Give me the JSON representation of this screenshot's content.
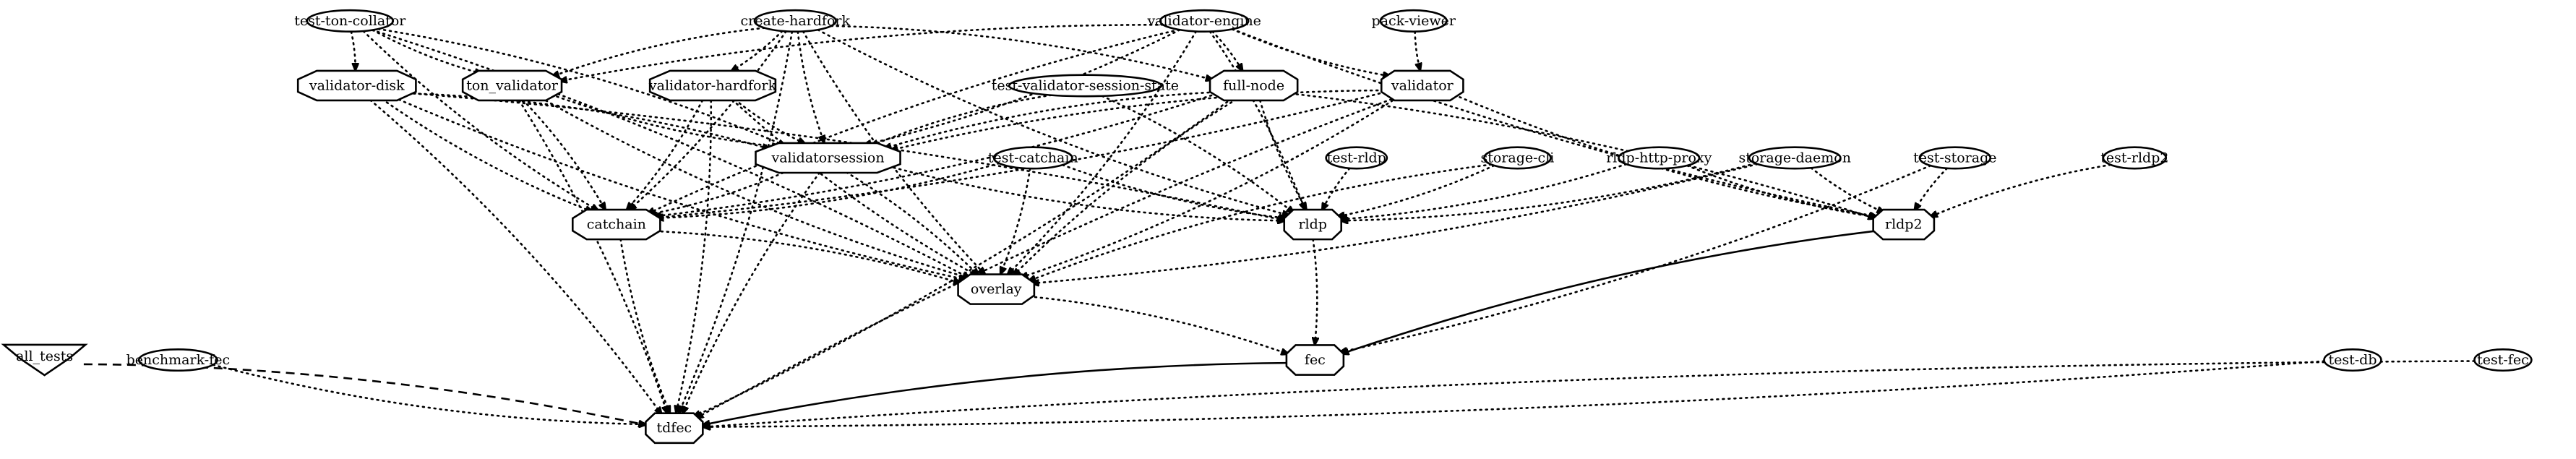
{
  "diagram": {
    "nodes": [
      {
        "id": "test-ton-collator",
        "label": "test-ton-collator",
        "shape": "ellipse"
      },
      {
        "id": "create-hardfork",
        "label": "create-hardfork",
        "shape": "ellipse"
      },
      {
        "id": "validator-engine",
        "label": "validator-engine",
        "shape": "ellipse"
      },
      {
        "id": "pack-viewer",
        "label": "pack-viewer",
        "shape": "ellipse"
      },
      {
        "id": "validator-disk",
        "label": "validator-disk",
        "shape": "octagon"
      },
      {
        "id": "ton_validator",
        "label": "ton_validator",
        "shape": "octagon"
      },
      {
        "id": "validator-hardfork",
        "label": "validator-hardfork",
        "shape": "octagon"
      },
      {
        "id": "test-validator-session-state",
        "label": "test-validator-session-state",
        "shape": "ellipse"
      },
      {
        "id": "full-node",
        "label": "full-node",
        "shape": "octagon"
      },
      {
        "id": "validator",
        "label": "validator",
        "shape": "octagon"
      },
      {
        "id": "validatorsession",
        "label": "validatorsession",
        "shape": "octagon"
      },
      {
        "id": "test-catchain",
        "label": "test-catchain",
        "shape": "ellipse"
      },
      {
        "id": "test-rldp",
        "label": "test-rldp",
        "shape": "ellipse"
      },
      {
        "id": "storage-cli",
        "label": "storage-cli",
        "shape": "ellipse"
      },
      {
        "id": "rldp-http-proxy",
        "label": "rldp-http-proxy",
        "shape": "ellipse"
      },
      {
        "id": "storage-daemon",
        "label": "storage-daemon",
        "shape": "ellipse"
      },
      {
        "id": "test-storage",
        "label": "test-storage",
        "shape": "ellipse"
      },
      {
        "id": "test-rldp2",
        "label": "test-rldp2",
        "shape": "ellipse"
      },
      {
        "id": "catchain",
        "label": "catchain",
        "shape": "octagon"
      },
      {
        "id": "rldp",
        "label": "rldp",
        "shape": "octagon"
      },
      {
        "id": "rldp2",
        "label": "rldp2",
        "shape": "octagon"
      },
      {
        "id": "overlay",
        "label": "overlay",
        "shape": "octagon"
      },
      {
        "id": "all_tests",
        "label": "all_tests",
        "shape": "pentagon"
      },
      {
        "id": "benchmark-fec",
        "label": "benchmark-fec",
        "shape": "ellipse"
      },
      {
        "id": "fec",
        "label": "fec",
        "shape": "octagon"
      },
      {
        "id": "test-db",
        "label": "test-db",
        "shape": "ellipse"
      },
      {
        "id": "test-fec",
        "label": "test-fec",
        "shape": "ellipse"
      },
      {
        "id": "tdfec",
        "label": "tdfec",
        "shape": "octagon"
      }
    ],
    "edges": [
      {
        "from": "test-ton-collator",
        "to": "validator-disk",
        "style": "dotted"
      },
      {
        "from": "test-ton-collator",
        "to": "ton_validator",
        "style": "dotted"
      },
      {
        "from": "test-ton-collator",
        "to": "validatorsession",
        "style": "dotted"
      },
      {
        "from": "test-ton-collator",
        "to": "catchain",
        "style": "dotted"
      },
      {
        "from": "test-ton-collator",
        "to": "overlay",
        "style": "dotted"
      },
      {
        "from": "create-hardfork",
        "to": "ton_validator",
        "style": "dotted"
      },
      {
        "from": "create-hardfork",
        "to": "validator-hardfork",
        "style": "dotted"
      },
      {
        "from": "create-hardfork",
        "to": "validatorsession",
        "style": "dotted"
      },
      {
        "from": "create-hardfork",
        "to": "catchain",
        "style": "dotted"
      },
      {
        "from": "create-hardfork",
        "to": "overlay",
        "style": "dotted"
      },
      {
        "from": "create-hardfork",
        "to": "full-node",
        "style": "dotted"
      },
      {
        "from": "create-hardfork",
        "to": "rldp",
        "style": "dotted"
      },
      {
        "from": "create-hardfork",
        "to": "tdfec",
        "style": "dotted"
      },
      {
        "from": "validator-engine",
        "to": "ton_validator",
        "style": "dotted"
      },
      {
        "from": "validator-engine",
        "to": "full-node",
        "style": "dotted"
      },
      {
        "from": "validator-engine",
        "to": "validator",
        "style": "dotted"
      },
      {
        "from": "validator-engine",
        "to": "validatorsession",
        "style": "dotted"
      },
      {
        "from": "validator-engine",
        "to": "catchain",
        "style": "dotted"
      },
      {
        "from": "validator-engine",
        "to": "rldp",
        "style": "dotted"
      },
      {
        "from": "validator-engine",
        "to": "rldp2",
        "style": "dotted"
      },
      {
        "from": "validator-engine",
        "to": "overlay",
        "style": "dotted"
      },
      {
        "from": "pack-viewer",
        "to": "validator",
        "style": "dotted"
      },
      {
        "from": "validator-disk",
        "to": "validatorsession",
        "style": "dotted"
      },
      {
        "from": "validator-disk",
        "to": "catchain",
        "style": "dotted"
      },
      {
        "from": "validator-disk",
        "to": "rldp",
        "style": "dotted"
      },
      {
        "from": "validator-disk",
        "to": "overlay",
        "style": "dotted"
      },
      {
        "from": "validator-disk",
        "to": "tdfec",
        "style": "dotted"
      },
      {
        "from": "ton_validator",
        "to": "validatorsession",
        "style": "dotted"
      },
      {
        "from": "ton_validator",
        "to": "catchain",
        "style": "dotted"
      },
      {
        "from": "ton_validator",
        "to": "overlay",
        "style": "dotted"
      },
      {
        "from": "ton_validator",
        "to": "tdfec",
        "style": "dotted"
      },
      {
        "from": "validator-hardfork",
        "to": "validatorsession",
        "style": "dotted"
      },
      {
        "from": "validator-hardfork",
        "to": "catchain",
        "style": "dotted"
      },
      {
        "from": "validator-hardfork",
        "to": "overlay",
        "style": "dotted"
      },
      {
        "from": "validator-hardfork",
        "to": "tdfec",
        "style": "dotted"
      },
      {
        "from": "test-validator-session-state",
        "to": "validatorsession",
        "style": "dotted"
      },
      {
        "from": "test-validator-session-state",
        "to": "rldp",
        "style": "dotted"
      },
      {
        "from": "full-node",
        "to": "validatorsession",
        "style": "dotted"
      },
      {
        "from": "full-node",
        "to": "catchain",
        "style": "dotted"
      },
      {
        "from": "full-node",
        "to": "rldp",
        "style": "dotted"
      },
      {
        "from": "full-node",
        "to": "rldp2",
        "style": "dotted"
      },
      {
        "from": "full-node",
        "to": "overlay",
        "style": "dotted"
      },
      {
        "from": "full-node",
        "to": "tdfec",
        "style": "dotted"
      },
      {
        "from": "validator",
        "to": "validatorsession",
        "style": "dotted"
      },
      {
        "from": "validator",
        "to": "catchain",
        "style": "dotted"
      },
      {
        "from": "validator",
        "to": "rldp2",
        "style": "dotted"
      },
      {
        "from": "validator",
        "to": "overlay",
        "style": "dotted"
      },
      {
        "from": "validator",
        "to": "tdfec",
        "style": "dotted"
      },
      {
        "from": "validatorsession",
        "to": "catchain",
        "style": "dotted"
      },
      {
        "from": "validatorsession",
        "to": "rldp",
        "style": "dotted"
      },
      {
        "from": "validatorsession",
        "to": "overlay",
        "style": "dotted"
      },
      {
        "from": "validatorsession",
        "to": "tdfec",
        "style": "dotted"
      },
      {
        "from": "test-catchain",
        "to": "catchain",
        "style": "dotted"
      },
      {
        "from": "test-catchain",
        "to": "rldp",
        "style": "dotted"
      },
      {
        "from": "test-catchain",
        "to": "overlay",
        "style": "dotted"
      },
      {
        "from": "test-rldp",
        "to": "rldp",
        "style": "dotted"
      },
      {
        "from": "storage-cli",
        "to": "rldp",
        "style": "dotted"
      },
      {
        "from": "storage-cli",
        "to": "overlay",
        "style": "dotted"
      },
      {
        "from": "rldp-http-proxy",
        "to": "rldp",
        "style": "dotted"
      },
      {
        "from": "rldp-http-proxy",
        "to": "rldp2",
        "style": "dotted"
      },
      {
        "from": "storage-daemon",
        "to": "rldp",
        "style": "dotted"
      },
      {
        "from": "storage-daemon",
        "to": "rldp2",
        "style": "dotted"
      },
      {
        "from": "storage-daemon",
        "to": "overlay",
        "style": "dotted"
      },
      {
        "from": "test-storage",
        "to": "rldp2",
        "style": "dotted"
      },
      {
        "from": "test-storage",
        "to": "fec",
        "style": "dotted"
      },
      {
        "from": "test-rldp2",
        "to": "rldp2",
        "style": "dotted"
      },
      {
        "from": "catchain",
        "to": "overlay",
        "style": "dotted"
      },
      {
        "from": "catchain",
        "to": "tdfec",
        "style": "dotted"
      },
      {
        "from": "rldp",
        "to": "fec",
        "style": "dotted"
      },
      {
        "from": "rldp2",
        "to": "fec",
        "style": "solid"
      },
      {
        "from": "overlay",
        "to": "fec",
        "style": "dotted"
      },
      {
        "from": "fec",
        "to": "tdfec",
        "style": "solid"
      },
      {
        "from": "all_tests",
        "to": "tdfec",
        "style": "dashed"
      },
      {
        "from": "benchmark-fec",
        "to": "tdfec",
        "style": "dotted"
      },
      {
        "from": "test-db",
        "to": "tdfec",
        "style": "dotted"
      },
      {
        "from": "test-fec",
        "to": "tdfec",
        "style": "dotted"
      }
    ]
  }
}
